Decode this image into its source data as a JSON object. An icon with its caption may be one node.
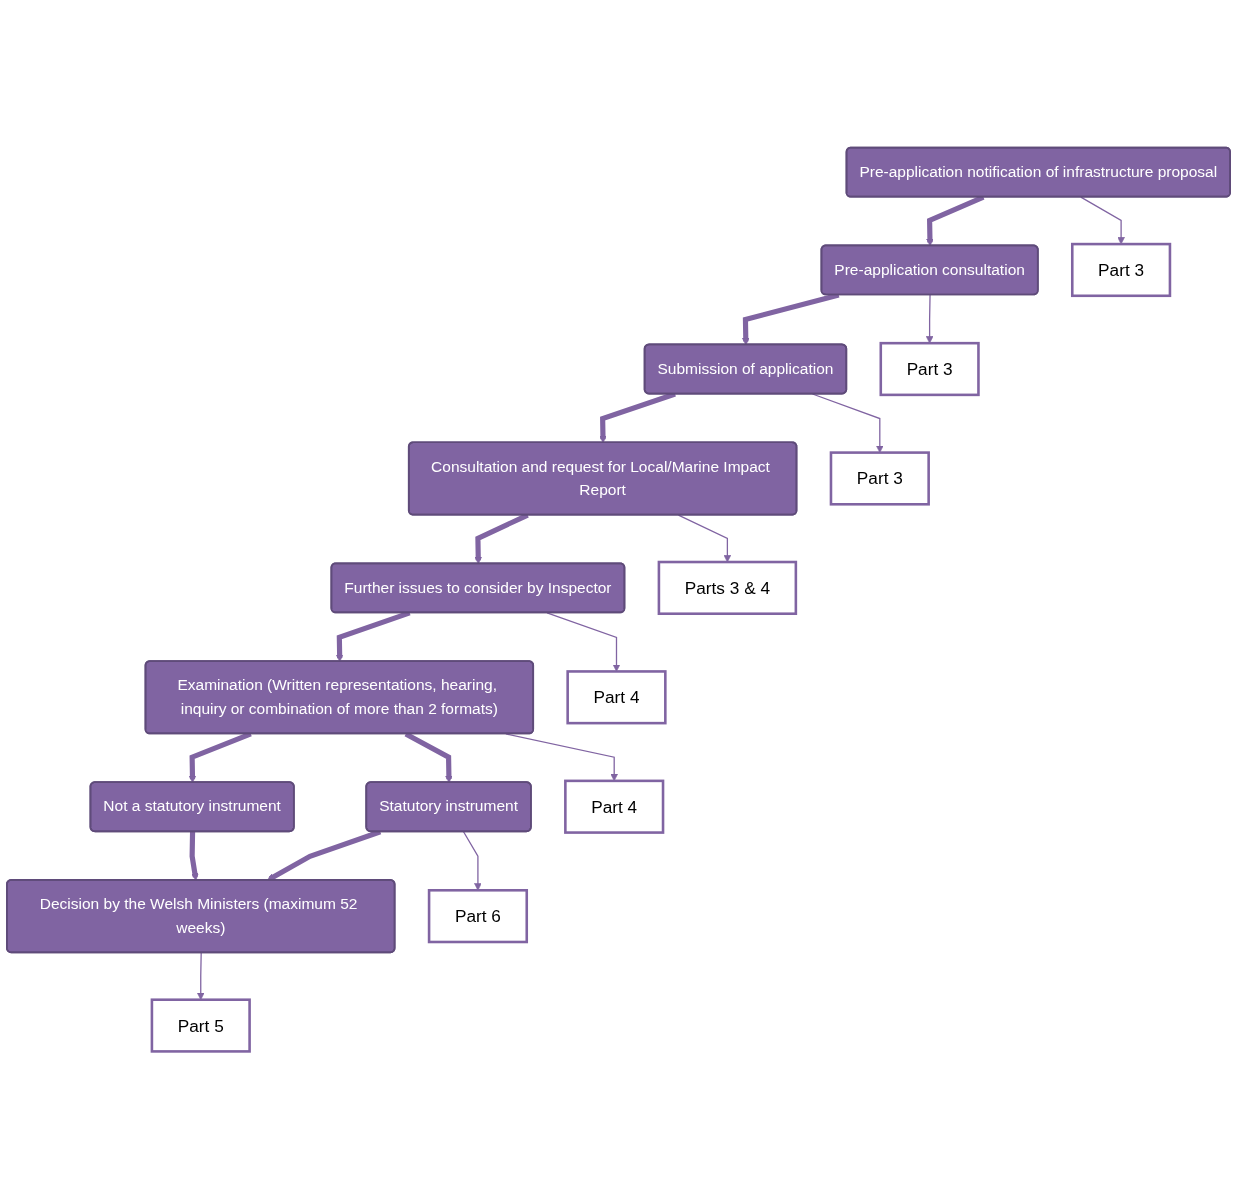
{
  "diagram": {
    "nodes": [
      {
        "text": [
          "Pre-application notification of infrastructure proposal"
        ]
      },
      {
        "text": [
          "Pre-application consultation"
        ]
      },
      {
        "text": [
          "Submission of application"
        ]
      },
      {
        "text": [
          "Consultation and request for Local/Marine Impact Report"
        ]
      },
      {
        "text": [
          "Further issues to consider by Inspector"
        ]
      },
      {
        "text": [
          "Examination (Written representations, hearing, inquiry or combination of more than 2 formats)"
        ]
      },
      {
        "text": [
          "Not a statutory instrument"
        ]
      },
      {
        "text": [
          "Statutory instrument"
        ]
      },
      {
        "text": [
          "Decision by the Welsh Ministers (maximum 52 weeks)"
        ]
      },
      {
        "text": [
          "Part 3"
        ]
      },
      {
        "text": [
          "Part 3"
        ]
      },
      {
        "text": [
          "Part 3"
        ]
      },
      {
        "text": [
          "Parts 3 & 4"
        ]
      },
      {
        "text": [
          "Part 4"
        ]
      },
      {
        "text": [
          "Part 4"
        ]
      },
      {
        "text": [
          "Part 6"
        ]
      },
      {
        "text": [
          "Part 5"
        ]
      }
    ],
    "edges": [
      {
        "from": 0,
        "to": 1,
        "arrow": "to"
      },
      {
        "from": 1,
        "to": 2,
        "arrow": "to"
      },
      {
        "from": 2,
        "to": 3,
        "arrow": "to"
      },
      {
        "from": 3,
        "to": 4,
        "arrow": "to"
      },
      {
        "from": 4,
        "to": 5,
        "arrow": "to"
      },
      {
        "from": 5,
        "to": 6,
        "arrow": "to"
      },
      {
        "from": 5,
        "to": 7,
        "arrow": "to"
      },
      {
        "from": 6,
        "to": 8,
        "arrow": "to"
      },
      {
        "from": 7,
        "to": 8,
        "arrow": "to"
      },
      {
        "from": 0,
        "to": 9,
        "arrow": "to"
      },
      {
        "from": 1,
        "to": 10,
        "arrow": "to"
      },
      {
        "from": 2,
        "to": 11,
        "arrow": "to"
      },
      {
        "from": 3,
        "to": 12,
        "arrow": "to"
      },
      {
        "from": 4,
        "to": 13,
        "arrow": "to"
      },
      {
        "from": 5,
        "to": 14,
        "arrow": "to"
      },
      {
        "from": 7,
        "to": 15,
        "arrow": "to"
      },
      {
        "from": 8,
        "to": 16,
        "arrow": "to"
      }
    ]
  }
}
